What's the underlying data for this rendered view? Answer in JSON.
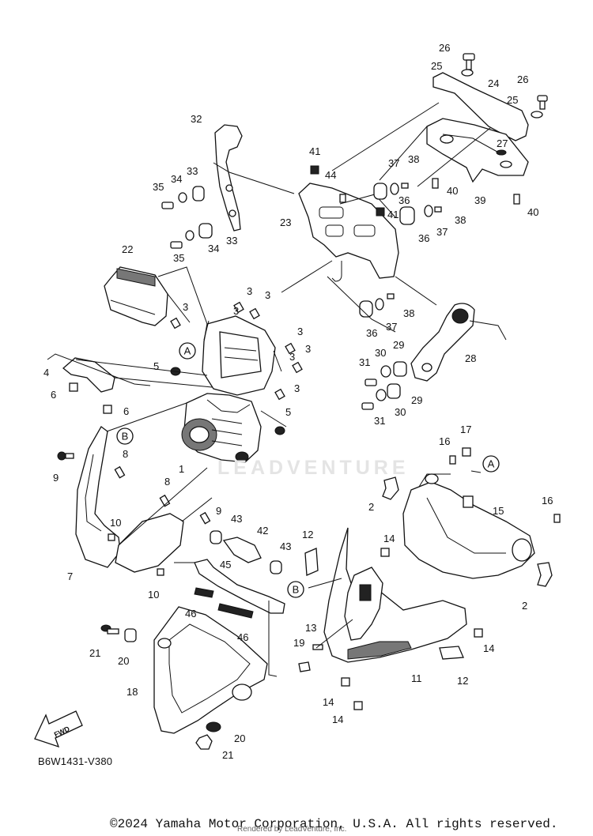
{
  "diagram_code": "B6W1431-V380",
  "copyright": "©2024 Yamaha Motor Corporation, U.S.A. All rights reserved.",
  "rendered_by": "Rendered by LeadVenture, Inc.",
  "watermark": "LEADVENTURE",
  "fwd_label": "FWD",
  "ref_a": "A",
  "ref_b": "B",
  "callouts": [
    "26",
    "25",
    "26",
    "24",
    "25",
    "32",
    "27",
    "41",
    "38",
    "37",
    "44",
    "33",
    "35",
    "34",
    "36",
    "40",
    "39",
    "40",
    "23",
    "41",
    "38",
    "36",
    "37",
    "33",
    "34",
    "35",
    "22",
    "3",
    "3",
    "3",
    "3",
    "38",
    "3",
    "37",
    "36",
    "3",
    "A",
    "3",
    "29",
    "30",
    "28",
    "4",
    "5",
    "31",
    "3",
    "6",
    "6",
    "5",
    "30",
    "29",
    "31",
    "B",
    "17",
    "16",
    "9",
    "8",
    "A",
    "1",
    "8",
    "16",
    "15",
    "2",
    "9",
    "10",
    "43",
    "42",
    "12",
    "43",
    "14",
    "7",
    "45",
    "10",
    "2",
    "B",
    "46",
    "46",
    "13",
    "14",
    "21",
    "20",
    "19",
    "11",
    "12",
    "18",
    "14",
    "14",
    "20",
    "21"
  ]
}
